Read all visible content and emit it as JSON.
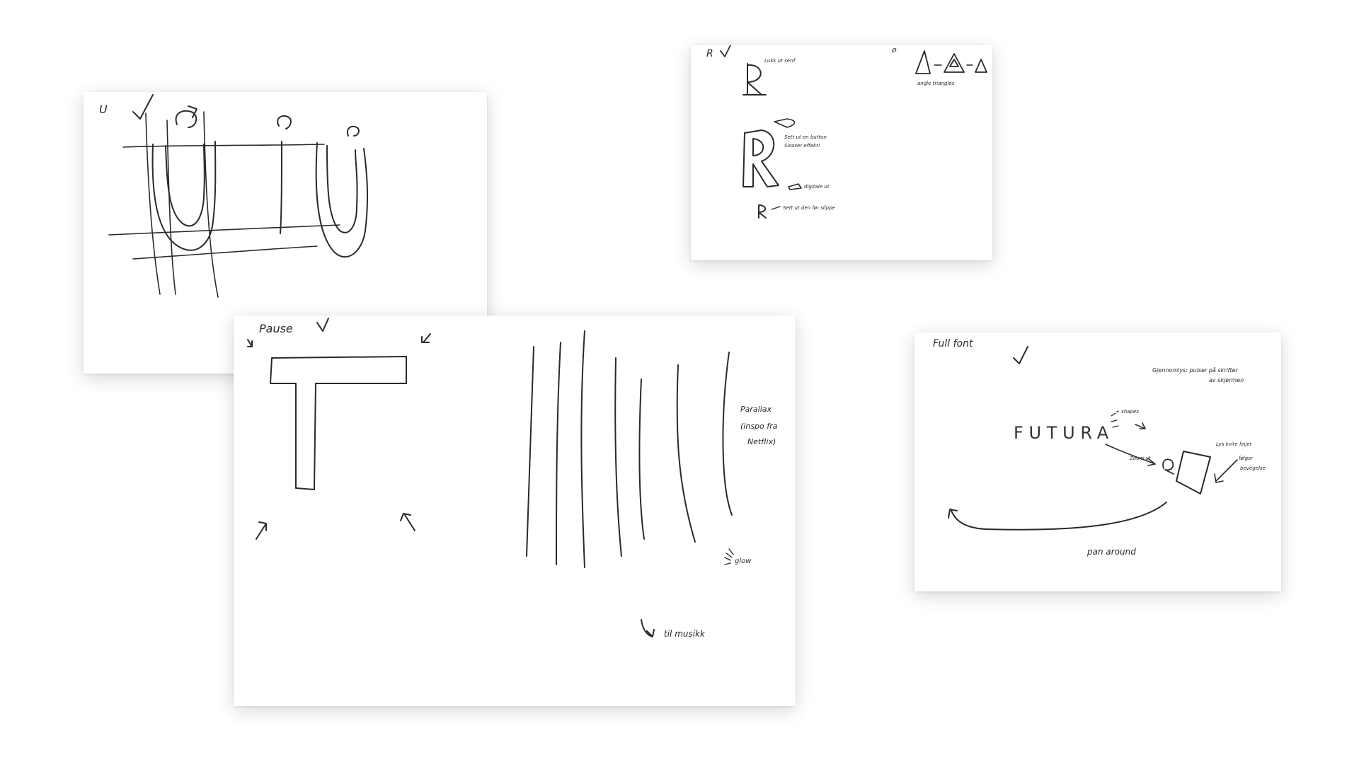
{
  "sketches": {
    "u_sheet": {
      "label": "U"
    },
    "t_sheet": {
      "label": "Pause",
      "note_lines_1": "Parallax",
      "note_lines_2": "(inspo fra",
      "note_lines_3": "Netflix)",
      "note_glow": "glow",
      "note_bottom": "til musikk"
    },
    "r_sheet": {
      "label": "R",
      "note_serif": "Lukk ut serif",
      "note_button_1": "Sett ut en button",
      "note_button_2": "Slosser effekt!",
      "note_dig_1": "digitale ut",
      "note_dig_2": "Sett ut den før slippe",
      "note_triangle": "Ø:",
      "note_angles": "angle triangles"
    },
    "futura_sheet": {
      "label": "Full font",
      "word": "FUTURA",
      "note_top_1": "Gjennomlys: pulser på skrifter",
      "note_top_2": "av skjermen",
      "note_shape": "+ shapes",
      "note_zoom": "Zoom ut",
      "note_box_1": "Lys kvite linjer",
      "note_box_2": "følger",
      "note_box_3": "bevegelse",
      "note_pan": "pan around"
    }
  },
  "colors": {
    "background": "#ffffff",
    "paper": "#ffffff",
    "ink": "#2a2a2a"
  }
}
